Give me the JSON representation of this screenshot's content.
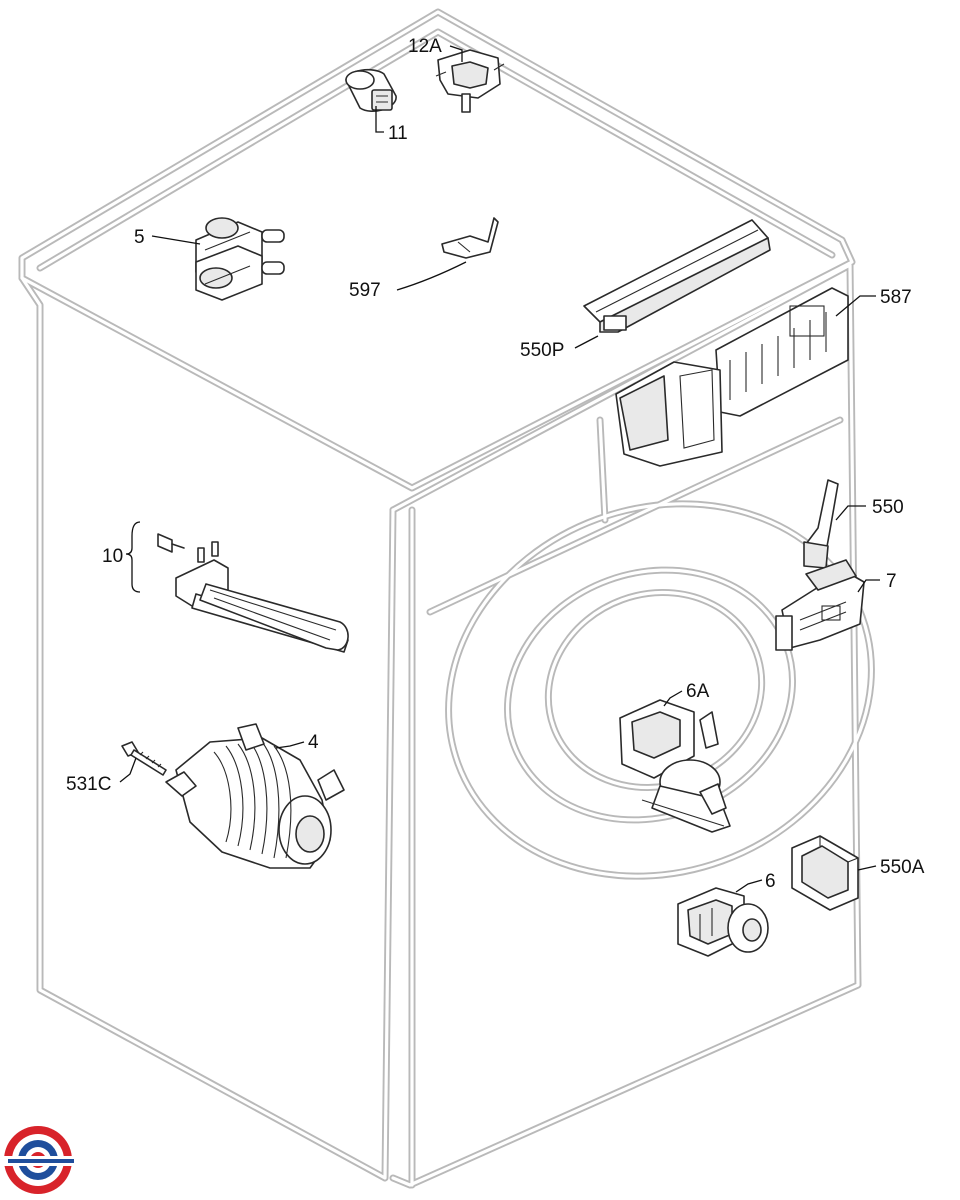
{
  "callouts": {
    "c12A": "12A",
    "c11": "11",
    "c5": "5",
    "c597": "597",
    "c587": "587",
    "c550P": "550P",
    "c550": "550",
    "c10": "10",
    "c7": "7",
    "c6A": "6A",
    "c4": "4",
    "c531C": "531C",
    "c6": "6",
    "c550A": "550A"
  },
  "colors": {
    "cabinet_outline": "#b9b9b9",
    "part_stroke": "#2a2a2a",
    "label_text": "#111111",
    "logo_red": "#d8232a",
    "logo_blue": "#1f4e9c"
  },
  "logo": {
    "icon": "brand-logo-icon"
  }
}
